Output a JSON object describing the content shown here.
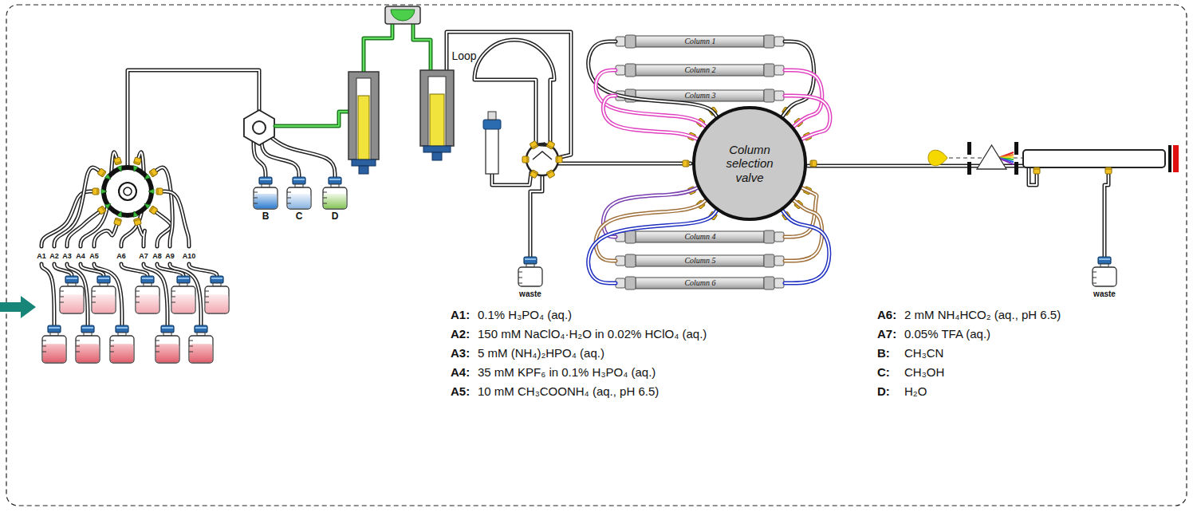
{
  "diagram": {
    "nodes": [
      {
        "text": [
          "Column 1"
        ]
      },
      {
        "text": [
          "Column 2"
        ]
      },
      {
        "text": [
          "Column 3"
        ]
      },
      {
        "text": [
          "Column selection valve"
        ]
      },
      {
        "text": [
          "Column 4"
        ]
      },
      {
        "text": [
          "Column 5"
        ]
      },
      {
        "text": [
          "Column 6"
        ]
      }
    ],
    "edges": [
      {
        "from": 3,
        "to": 0,
        "arrow": "none"
      },
      {
        "from": 3,
        "to": 0,
        "arrow": "none"
      },
      {
        "from": 3,
        "to": 1,
        "arrow": "none"
      },
      {
        "from": 3,
        "to": 1,
        "arrow": "none"
      },
      {
        "from": 3,
        "to": 2,
        "arrow": "none"
      },
      {
        "from": 3,
        "to": 2,
        "arrow": "none"
      },
      {
        "from": 3,
        "to": 4,
        "arrow": "none"
      },
      {
        "from": 3,
        "to": 4,
        "arrow": "none"
      },
      {
        "from": 3,
        "to": 5,
        "arrow": "none"
      },
      {
        "from": 3,
        "to": 5,
        "arrow": "none"
      },
      {
        "from": 3,
        "to": 6,
        "arrow": "none"
      },
      {
        "from": 3,
        "to": 6,
        "arrow": "none"
      }
    ],
    "labels": [
      "A1",
      "A2",
      "A3",
      "A4",
      "A5",
      "A6",
      "A7",
      "A8",
      "A9",
      "A10",
      "B",
      "C",
      "D",
      "Loop",
      "waste",
      "waste",
      "A1:",
      "0.1% H₃PO₄ (aq.)",
      "A2:",
      "150 mM NaClO₄·H₂O in 0.02% HClO₄ (aq.)",
      "A3:",
      "5 mM (NH₄)₂HPO₄ (aq.)",
      "A4:",
      "35 mM KPF₆ in 0.1% H₃PO₄ (aq.)",
      "A5:",
      "10 mM CH₃COONH₄ (aq., pH 6.5)",
      "A6:",
      "2 mM NH₄HCO₂ (aq., pH 6.5)",
      "A7:",
      "0.05% TFA (aq.)",
      "B:",
      "CH₃CN",
      "C:",
      "CH₃OH",
      "D:",
      "H₂O"
    ]
  }
}
